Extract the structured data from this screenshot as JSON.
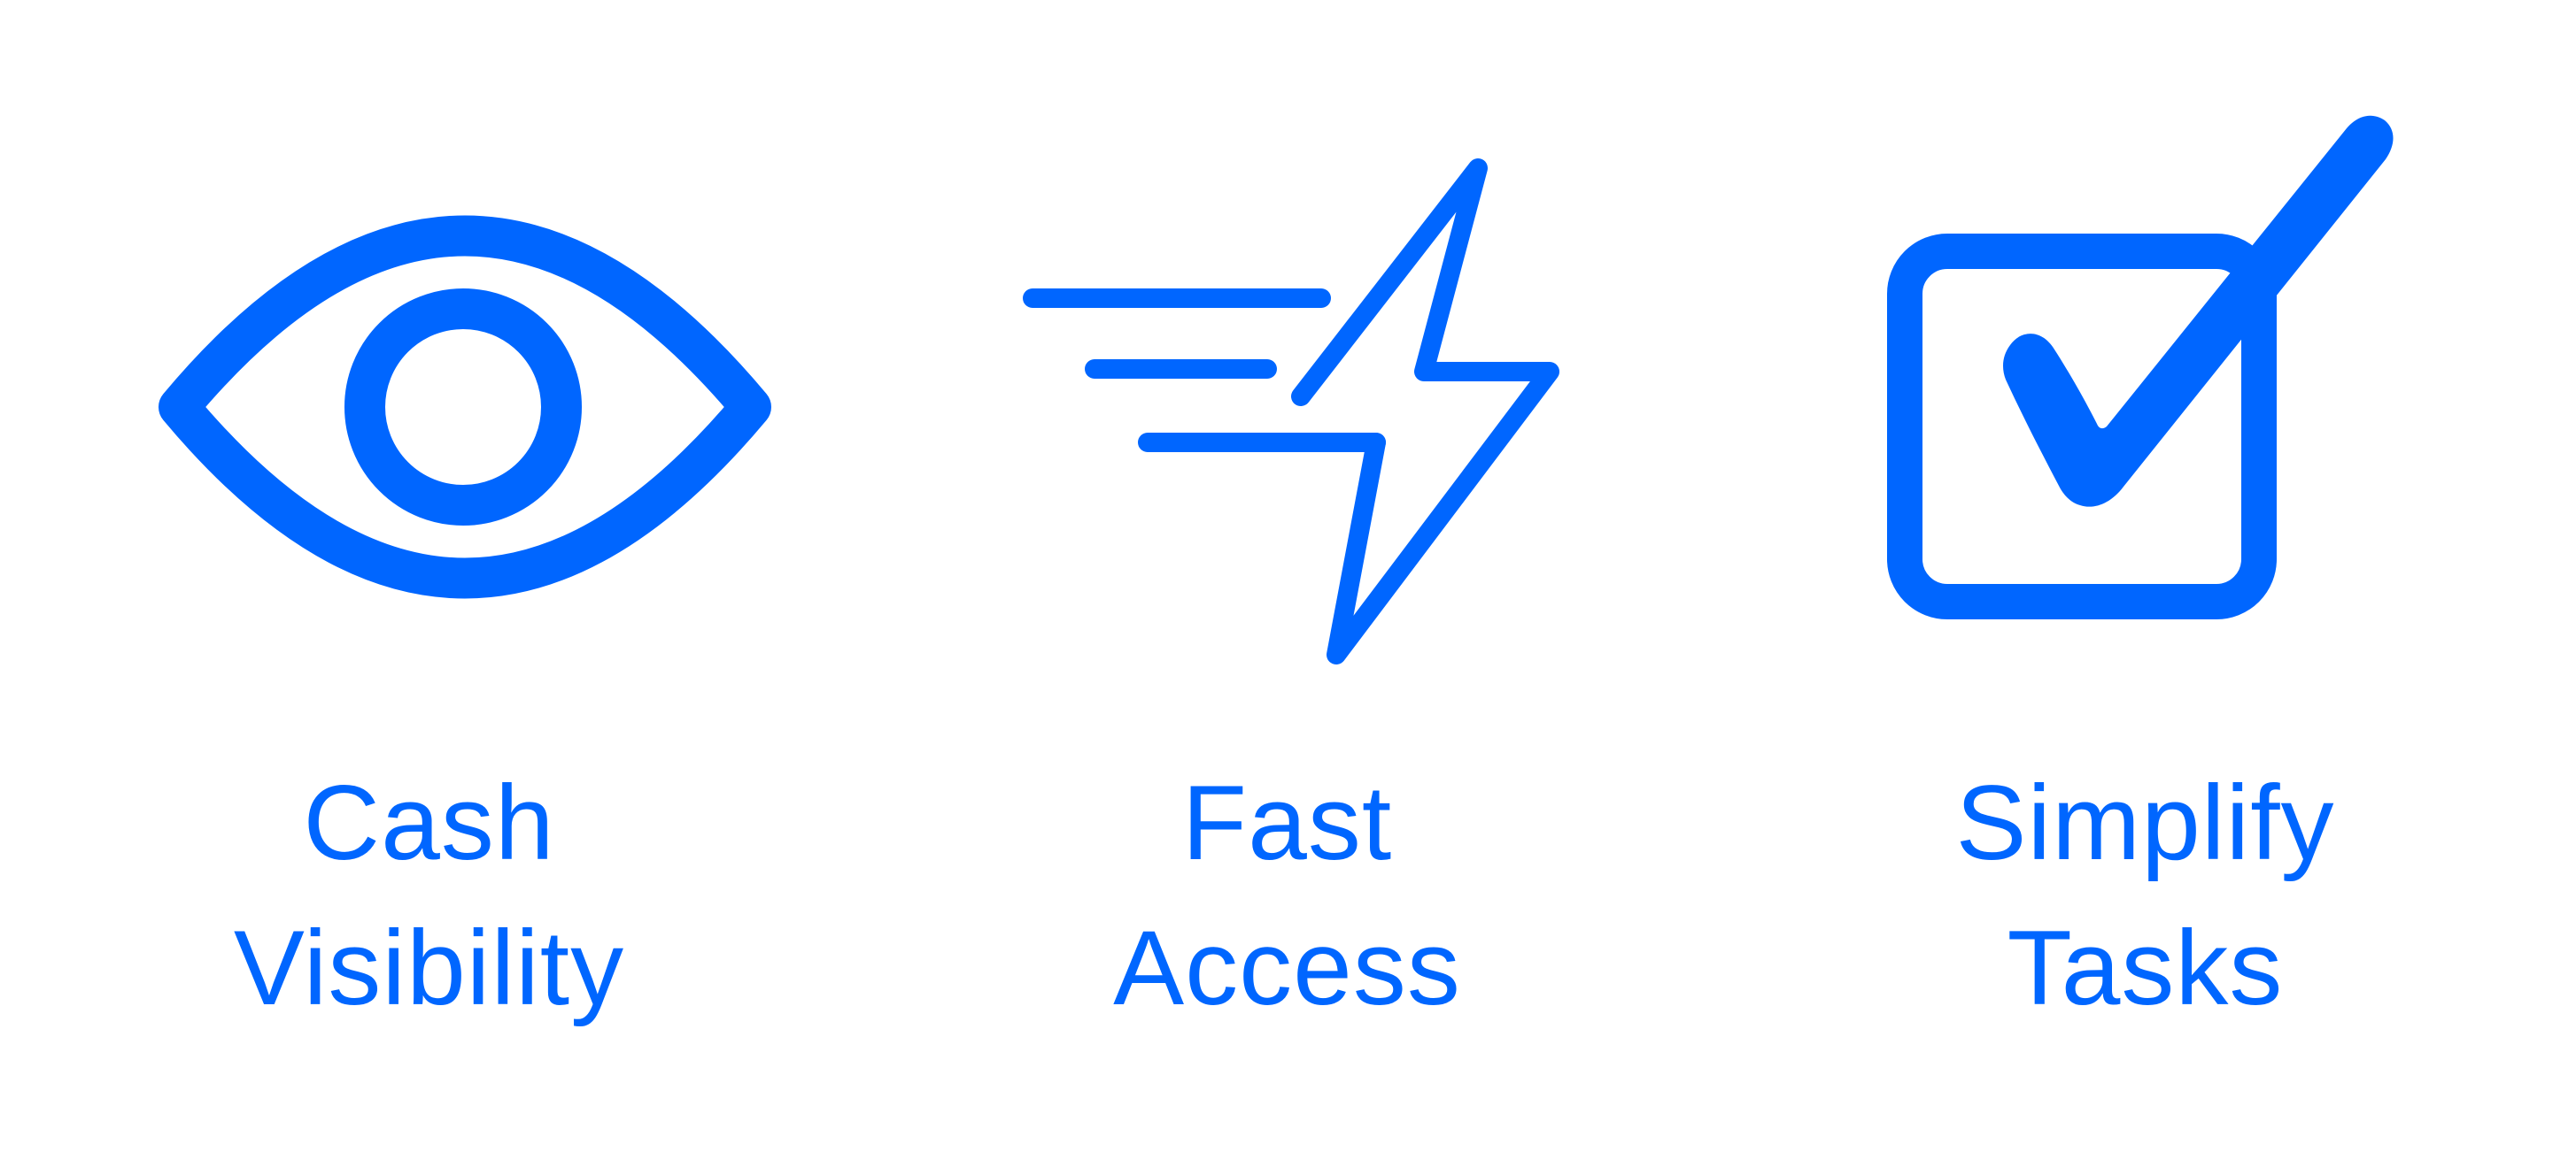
{
  "theme": {
    "accent": "#0066ff",
    "background": "#ffffff"
  },
  "features": [
    {
      "icon": "eye-icon",
      "line1": "Cash",
      "line2": "Visibility"
    },
    {
      "icon": "lightning-bolt-icon",
      "line1": "Fast",
      "line2": "Access"
    },
    {
      "icon": "checkbox-checked-icon",
      "line1": "Simplify",
      "line2": "Tasks"
    }
  ]
}
